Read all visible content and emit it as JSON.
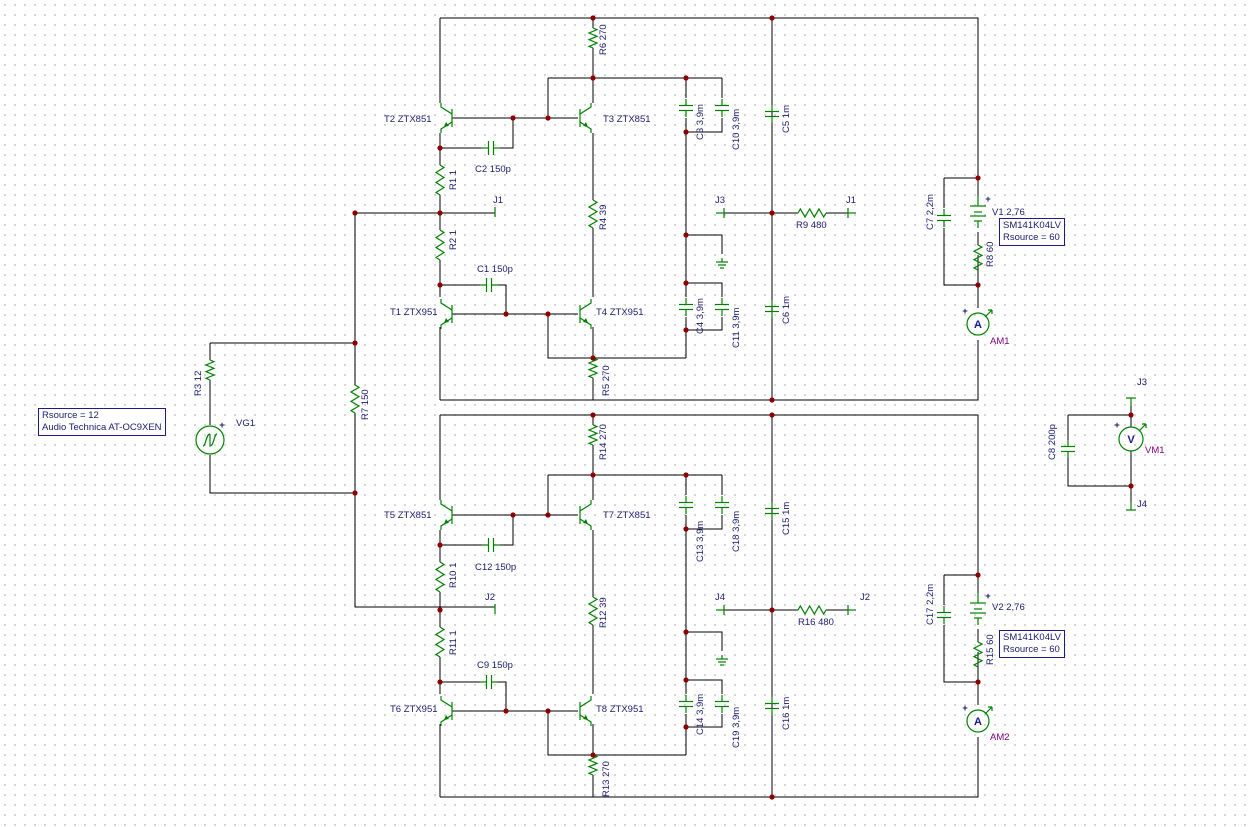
{
  "labels": {
    "r6": "R6 270",
    "t2": "T2 ZTX851",
    "t3": "T3 ZTX851",
    "c2": "C2 150p",
    "r1": "R1 1",
    "j1a": "J1",
    "r4": "R4 39",
    "c3": "C3 3,9m",
    "c10": "C10 3,9m",
    "c5": "C5 1m",
    "j3a": "J3",
    "r9": "R9 480",
    "j1b": "J1",
    "c7": "C7 2,2m",
    "v1": "V1 2,76",
    "r2": "R2 1",
    "c1": "C1 150p",
    "t1": "T1 ZTX951",
    "t4": "T4 ZTX951",
    "c4": "C4 3,9m",
    "c11": "C11 3,9m",
    "c6": "C6 1m",
    "r8": "R8 60",
    "am1": "AM1",
    "r5": "R5 270",
    "r3": "R3 12",
    "vg1": "VG1",
    "r7": "R7 150",
    "r14": "R14 270",
    "t5": "T5 ZTX851",
    "t7": "T7 ZTX851",
    "c13": "C13 3,9m",
    "c18": "C18 3,9m",
    "c15": "C15 1m",
    "c12": "C12 150p",
    "r10": "R10 1",
    "j2a": "J2",
    "r12": "R12 39",
    "j4a": "J4",
    "r16": "R16 480",
    "j2b": "J2",
    "c17": "C17 2,2m",
    "v2": "V2 2,76",
    "r11": "R11 1",
    "c9": "C9 150p",
    "r15": "R15 60",
    "t6": "T6 ZTX951",
    "t8": "T8 ZTX951",
    "c14": "C14 3,9m",
    "c19": "C19 3,9m",
    "c16": "C16 1m",
    "am2": "AM2",
    "r13": "R13 270",
    "j3b": "J3",
    "c8": "C8 200p",
    "vm1": "VM1",
    "j4b": "J4"
  },
  "symbols": {
    "ammeter": "A",
    "voltmeter": "V",
    "plus": "+",
    "minus": "-"
  },
  "boxes": {
    "source": [
      "Rsource = 12",
      "Audio Technica AT-OC9XEN"
    ],
    "bat1": [
      "SM141K04LV",
      "Rsource = 60"
    ],
    "bat2": [
      "SM141K04LV",
      "Rsource = 60"
    ]
  }
}
